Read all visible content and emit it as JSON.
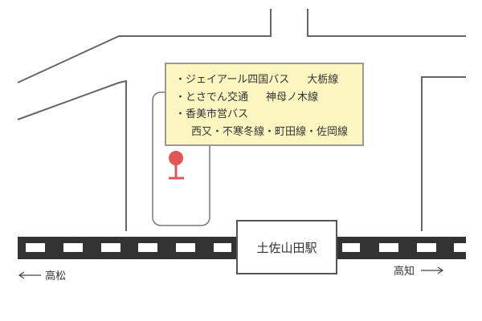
{
  "bus_stop_info": {
    "lines": [
      {
        "company": "・ジェイアール四国バス",
        "route": "大栃線"
      },
      {
        "company": "・とさでん交通",
        "route": "神母ノ木線"
      },
      {
        "company": "・香美市営バス",
        "route": ""
      },
      {
        "company": "",
        "route": "西又・不寒冬線・町田線・佐岡線"
      }
    ]
  },
  "station": {
    "name": "土佐山田駅"
  },
  "directions": {
    "left": "高松",
    "right": "高知"
  },
  "colors": {
    "box_fill": "#fdf6c0",
    "pin": "#e05555",
    "rail": "#333333",
    "road": "#555555"
  },
  "icons": {
    "bus_stop": "map-pin-icon",
    "arrow_left": "arrow-left-icon",
    "arrow_right": "arrow-right-icon"
  }
}
